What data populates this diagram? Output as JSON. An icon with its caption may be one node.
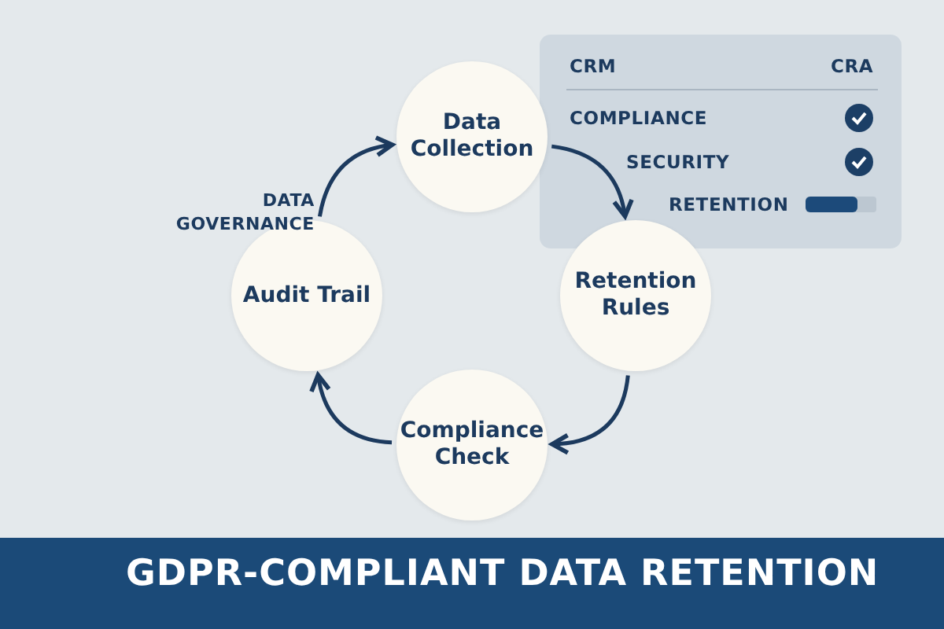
{
  "diagram": {
    "title": "GDPR-COMPLIANT DATA RETENTION",
    "nodes": [
      {
        "text": [
          "Data Collection"
        ]
      },
      {
        "text": [
          "Retention Rules"
        ]
      },
      {
        "text": [
          "Compliance Check"
        ]
      },
      {
        "text": [
          "Audit Trail"
        ]
      }
    ],
    "edges": [
      {
        "from": 0,
        "to": 1,
        "arrow": "to"
      },
      {
        "from": 1,
        "to": 2,
        "arrow": "to"
      },
      {
        "from": 2,
        "to": 3,
        "arrow": "to"
      },
      {
        "from": 3,
        "to": 0,
        "arrow": "to"
      }
    ],
    "labels": [
      "DATA GOVERNANCE",
      "CRM",
      "CRA",
      "COMPLIANCE",
      "SECURITY",
      "RETENTION"
    ]
  }
}
